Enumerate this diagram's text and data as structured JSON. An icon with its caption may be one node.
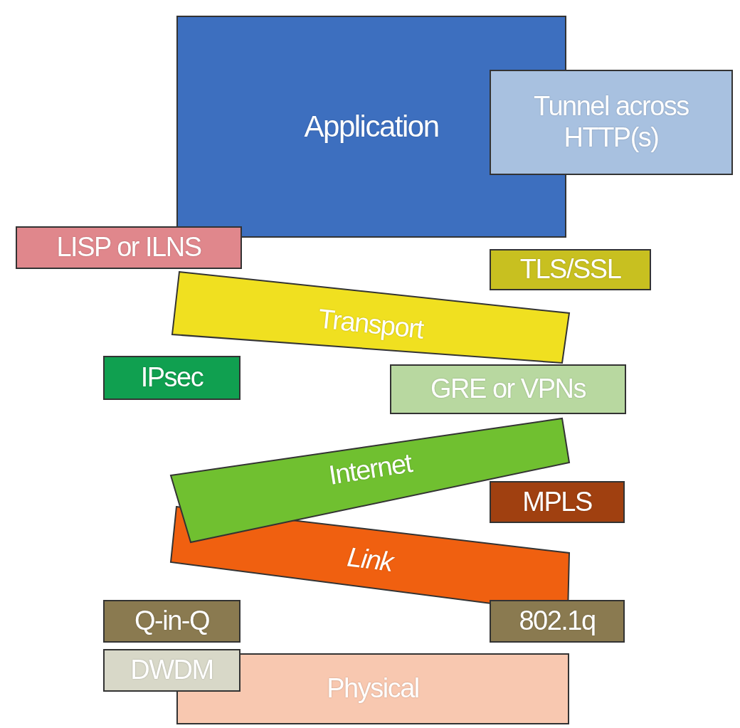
{
  "diagram": {
    "nodes": [
      {
        "text": [
          "Application"
        ]
      },
      {
        "text": [
          "Tunnel across HTTP(s)"
        ]
      },
      {
        "text": [
          "LISP or ILNS"
        ]
      },
      {
        "text": [
          "TLS/SSL"
        ]
      },
      {
        "text": [
          "Transport"
        ]
      },
      {
        "text": [
          "IPsec"
        ]
      },
      {
        "text": [
          "GRE or VPNs"
        ]
      },
      {
        "text": [
          "Internet"
        ]
      },
      {
        "text": [
          "MPLS"
        ]
      },
      {
        "text": [
          "Link"
        ]
      },
      {
        "text": [
          "Q-in-Q"
        ]
      },
      {
        "text": [
          "802.1q"
        ]
      },
      {
        "text": [
          "DWDM"
        ]
      },
      {
        "text": [
          "Physical"
        ]
      }
    ]
  }
}
